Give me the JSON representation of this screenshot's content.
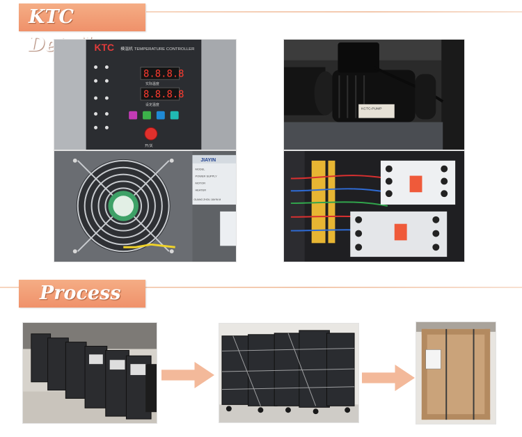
{
  "sections": {
    "details": {
      "title": "KTC Details"
    },
    "process": {
      "title": "Process"
    }
  },
  "panel": {
    "brand": "KTC",
    "controller_label": "模温机 TEMPERATURE CONTROLLER",
    "display_top": "8.8.8.8",
    "display_bottom": "8.8.8.8",
    "label_actual": "实际温度",
    "label_setting": "设定温度",
    "label_power": "开/关"
  },
  "nameplate": {
    "brand": "JIAYIN",
    "rows": [
      "MODEL",
      "POWER SUPPLY",
      "MOTOR",
      "HEATER"
    ],
    "footer": "GUANG ZHOU JIAYIN M"
  },
  "pump_label": "KCTC-PUMP"
}
